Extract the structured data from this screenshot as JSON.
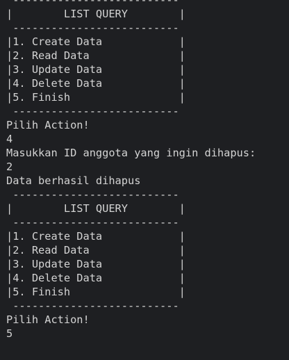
{
  "terminal": {
    "background": "#1e1f22",
    "foreground": "#d4d4d4",
    "lines": [
      " --------------------------",
      "|        LIST QUERY        |",
      " --------------------------",
      "|1. Create Data            |",
      "|2. Read Data              |",
      "|3. Update Data            |",
      "|4. Delete Data            |",
      "|5. Finish                 |",
      " --------------------------",
      "Pilih Action!",
      "4",
      "Masukkan ID anggota yang ingin dihapus:",
      "2",
      "Data berhasil dihapus",
      " --------------------------",
      "|        LIST QUERY        |",
      " --------------------------",
      "|1. Create Data            |",
      "|2. Read Data              |",
      "|3. Update Data            |",
      "|4. Delete Data            |",
      "|5. Finish                 |",
      " --------------------------",
      "Pilih Action!",
      "5"
    ]
  }
}
